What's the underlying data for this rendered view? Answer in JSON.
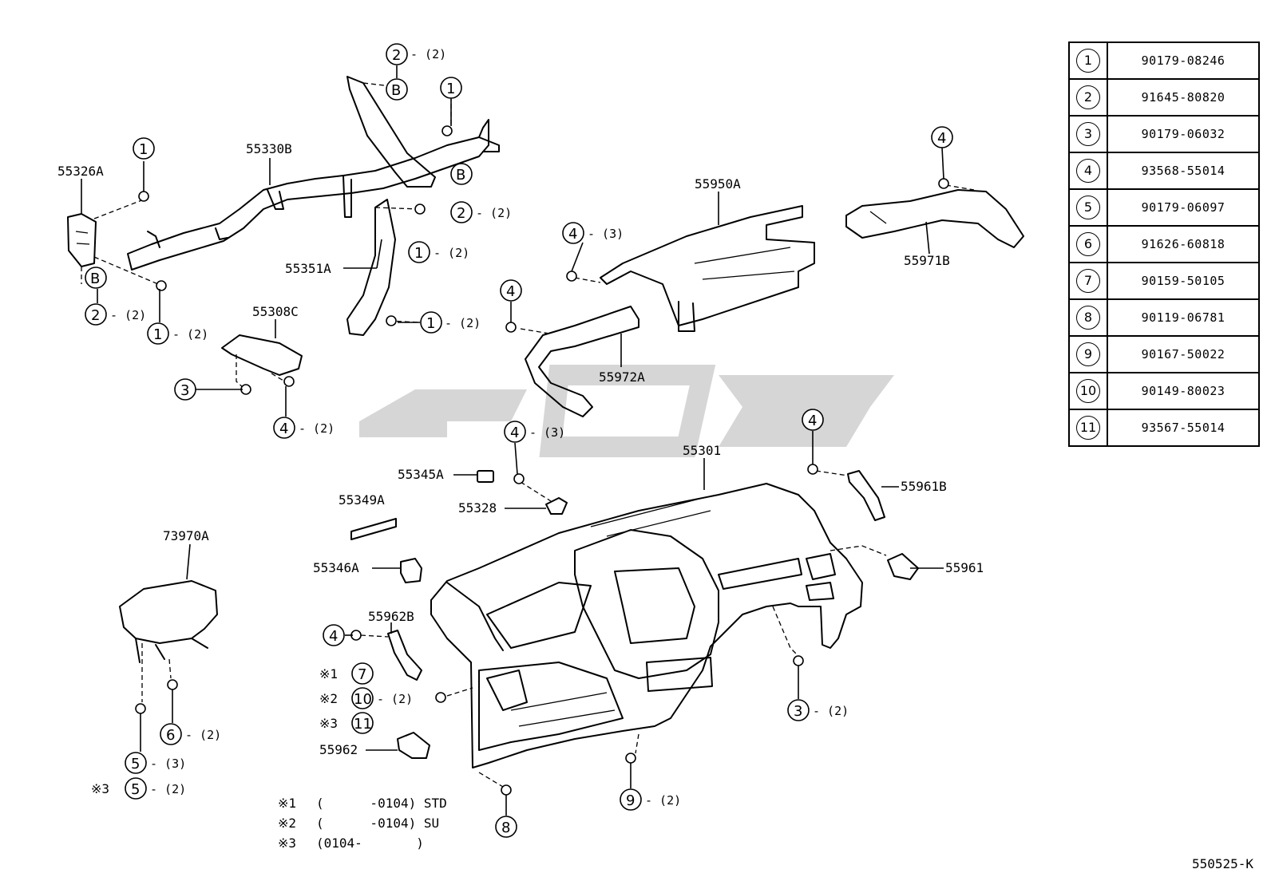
{
  "diagram": {
    "ref_code": "550525-K",
    "legend": [
      {
        "symbol": "1",
        "part_no": "90179-08246"
      },
      {
        "symbol": "2",
        "part_no": "91645-80820"
      },
      {
        "symbol": "3",
        "part_no": "90179-06032"
      },
      {
        "symbol": "4",
        "part_no": "93568-55014"
      },
      {
        "symbol": "5",
        "part_no": "90179-06097"
      },
      {
        "symbol": "6",
        "part_no": "91626-60818"
      },
      {
        "symbol": "7",
        "part_no": "90159-50105"
      },
      {
        "symbol": "8",
        "part_no": "90119-06781"
      },
      {
        "symbol": "9",
        "part_no": "90167-50022"
      },
      {
        "symbol": "10",
        "part_no": "90149-80023"
      },
      {
        "symbol": "11",
        "part_no": "93567-55014"
      }
    ],
    "part_labels": {
      "p55330B": "55330B",
      "p55326A": "55326A",
      "p55351A": "55351A",
      "p55308C": "55308C",
      "p55950A": "55950A",
      "p55971B": "55971B",
      "p55972A": "55972A",
      "p55301": "55301",
      "p55345A": "55345A",
      "p55328": "55328",
      "p55349A": "55349A",
      "p55346A": "55346A",
      "p55961B": "55961B",
      "p55961": "55961",
      "p73970A": "73970A",
      "p55962B": "55962B",
      "p55962": "55962"
    },
    "callouts": {
      "c1": "1",
      "c2": "2",
      "c3": "3",
      "c4": "4",
      "c5": "5",
      "c6": "6",
      "c7": "7",
      "c8": "8",
      "c9": "9",
      "c10": "10",
      "c11": "11",
      "cB": "B"
    },
    "quantities": {
      "q2": "- (2)",
      "q3": "- (3)"
    },
    "markers": {
      "m1": "※1",
      "m2": "※2",
      "m3": "※3"
    },
    "notes": [
      {
        "marker": "※1",
        "text": "(      -0104) STD"
      },
      {
        "marker": "※2",
        "text": "(      -0104) SU"
      },
      {
        "marker": "※3",
        "text": "(0104-       )"
      }
    ]
  }
}
